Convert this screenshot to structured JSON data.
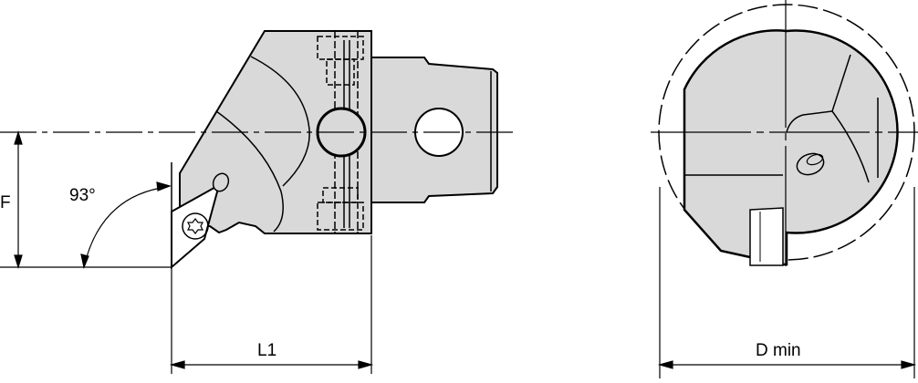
{
  "labels": {
    "f": "F",
    "angle": "93°",
    "l1": "L1",
    "d_min": "D min"
  },
  "colors": {
    "body_fill": "#d9d9d9",
    "line": "#000000"
  }
}
